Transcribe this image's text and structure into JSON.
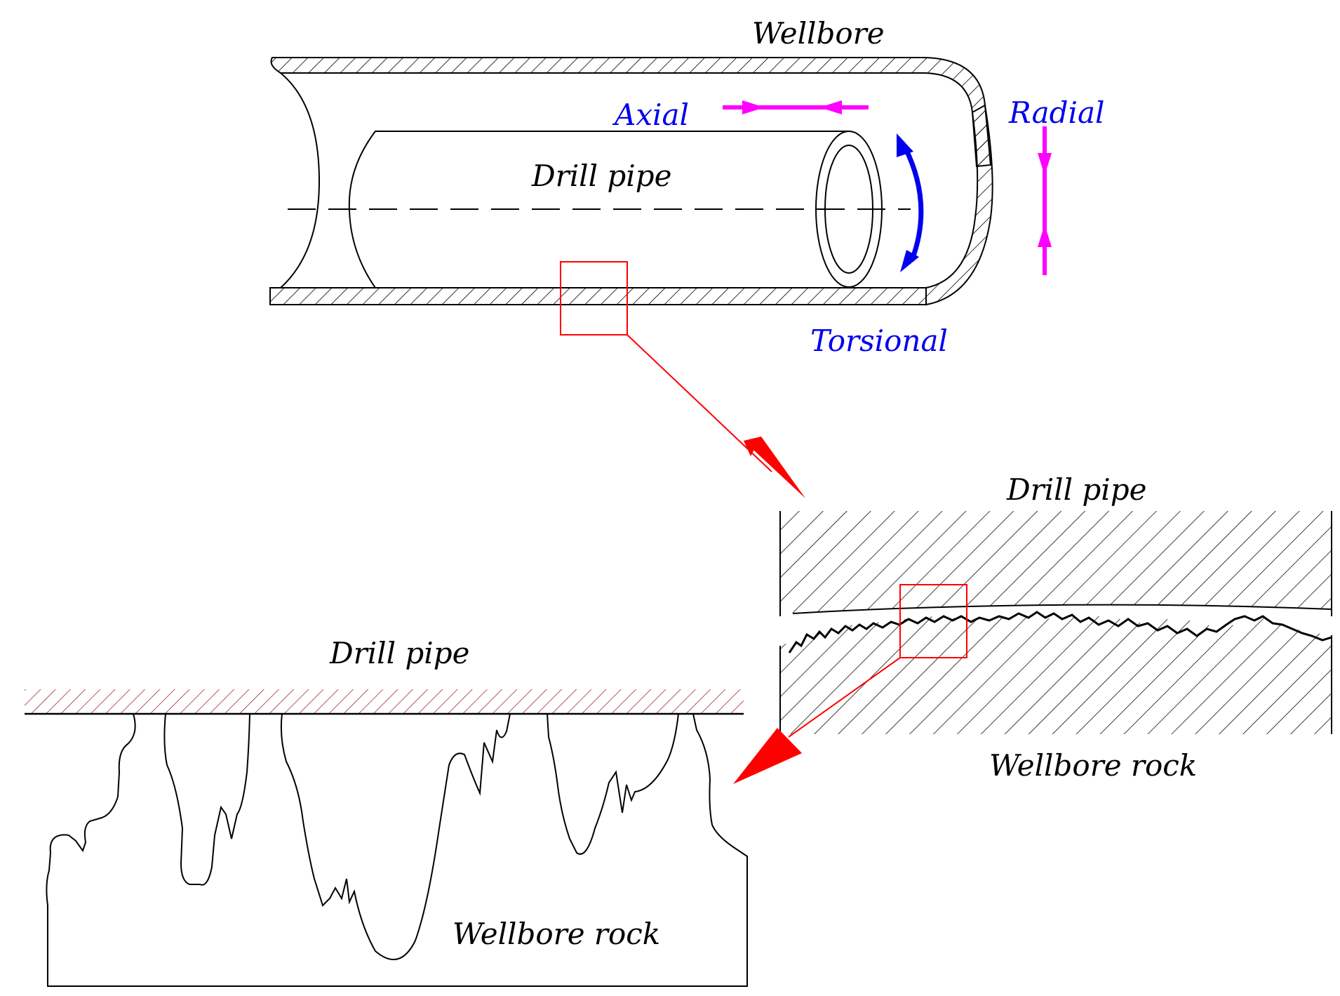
{
  "labels": {
    "wellbore": "Wellbore",
    "axial": "Axial",
    "radial": "Radial",
    "drill_pipe_top": "Drill pipe",
    "torsional": "Torsional",
    "drill_pipe_mid": "Drill pipe",
    "wellbore_rock_mid": "Wellbore rock",
    "drill_pipe_bottom": "Drill pipe",
    "wellbore_rock_bottom": "Wellbore rock"
  },
  "colors": {
    "line": "#000000",
    "axial_arrow": "#ff00ff",
    "radial_arrow": "#ff00ff",
    "torsion_arrow": "#0000ee",
    "label_blue": "#0000ee",
    "zoom_box": "#ff0000",
    "zoom_arrow": "#ff0000",
    "pipe_hatch": "#a03030"
  }
}
